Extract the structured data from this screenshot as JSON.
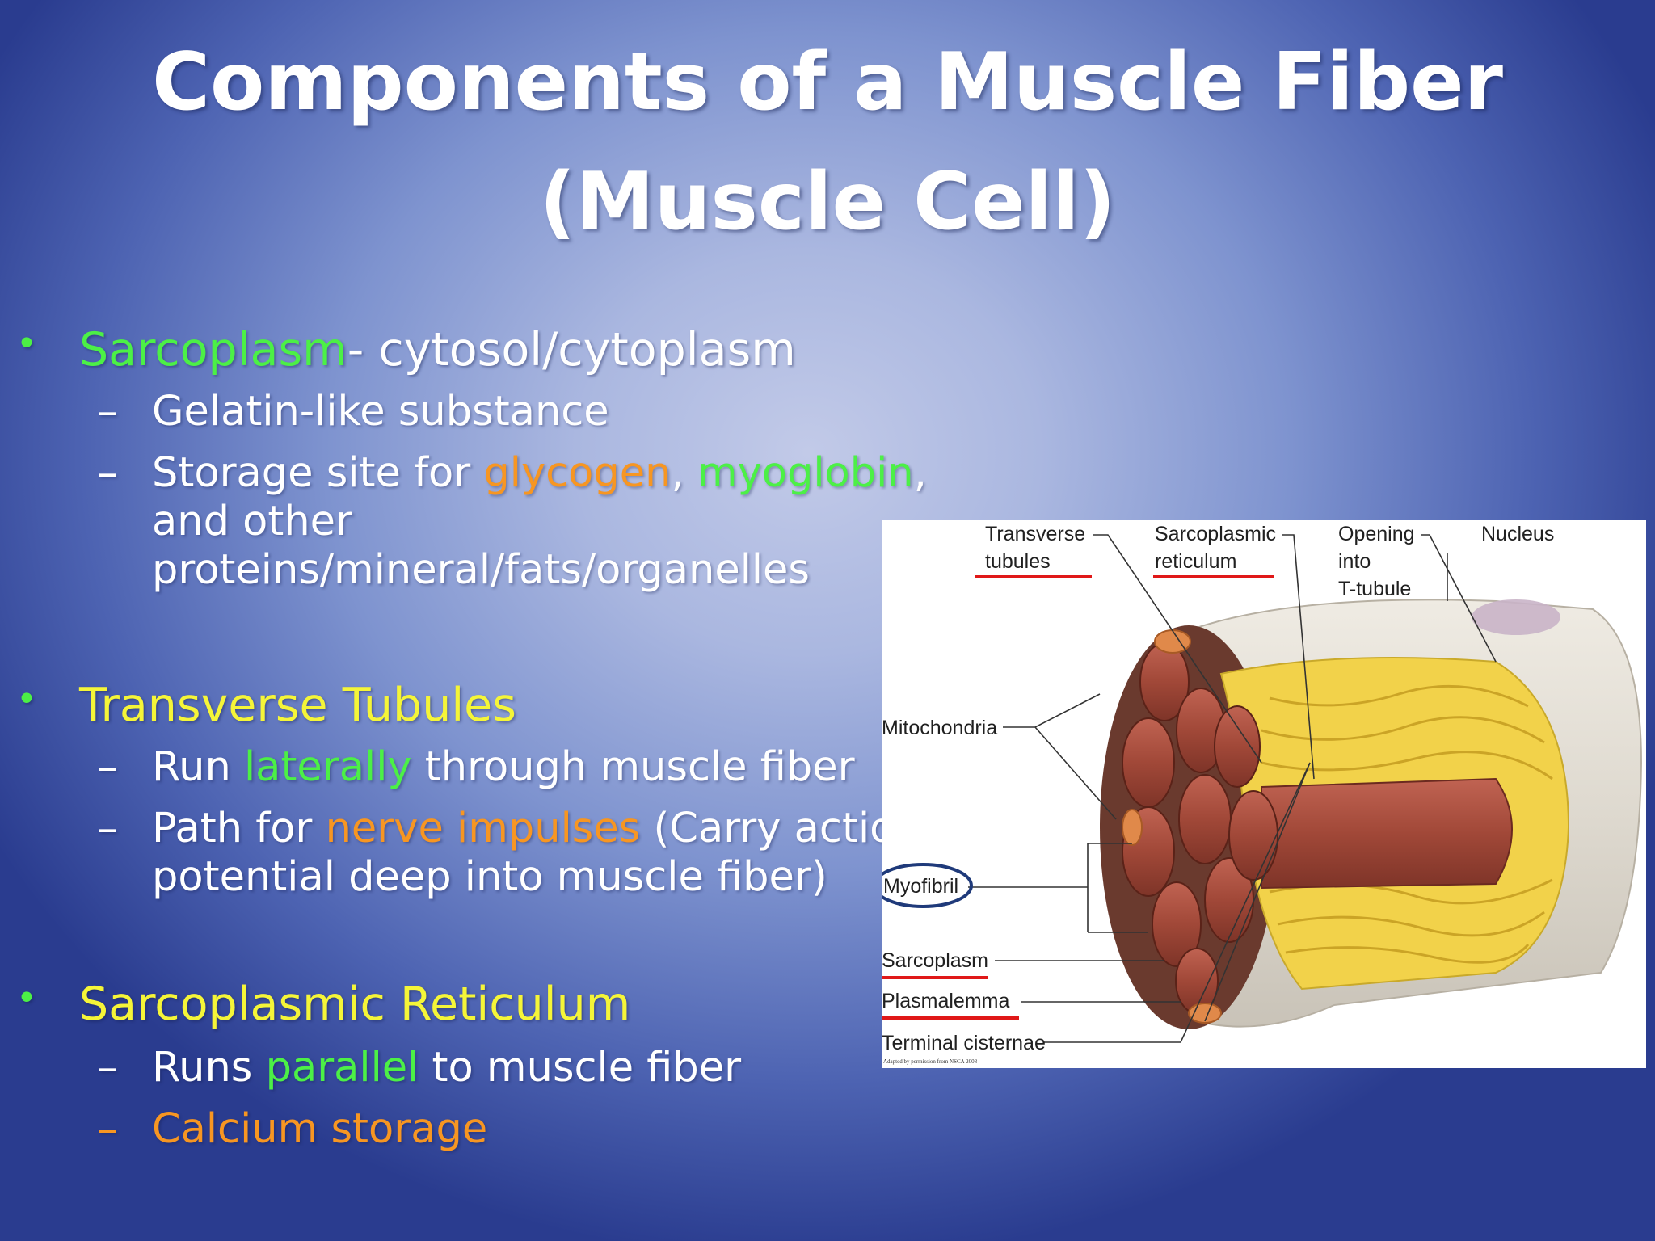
{
  "slide": {
    "title_line1": "Components of a Muscle Fiber",
    "title_line2": "(Muscle Cell)"
  },
  "bullets": [
    {
      "marker": "•",
      "term": "Sarcoplasm",
      "rest": "- cytosol/cytoplasm",
      "subs": [
        {
          "dash": "–",
          "text": "Gelatin-like substance"
        },
        {
          "dash": "–",
          "parts": [
            "Storage site for ",
            "glycogen",
            ", ",
            "myoglobin",
            ","
          ],
          "line2": "and other",
          "line3": "proteins/mineral/fats/organelles"
        }
      ]
    },
    {
      "marker": "•",
      "term": "Transverse Tubules",
      "subs": [
        {
          "dash": "–",
          "parts": [
            "Run ",
            "laterally",
            " through muscle fiber"
          ]
        },
        {
          "dash": "–",
          "parts": [
            "Path for ",
            "nerve impulses",
            " (Carry actio"
          ],
          "line2": "potential deep into muscle fiber)"
        }
      ]
    },
    {
      "marker": "•",
      "term": "Sarcoplasmic Reticulum",
      "subs": [
        {
          "dash": "–",
          "parts": [
            "Runs ",
            "parallel",
            " to muscle fiber"
          ]
        },
        {
          "dash": "–",
          "text": "Calcium storage"
        }
      ]
    }
  ],
  "figure": {
    "labels": {
      "transverse_1": "Transverse",
      "transverse_2": "tubules",
      "sarco_ret_1": "Sarcoplasmic",
      "sarco_ret_2": "reticulum",
      "opening_1": "Opening",
      "opening_2": "into",
      "opening_3": "T-tubule",
      "nucleus": "Nucleus",
      "mitochondria": "Mitochondria",
      "myofibril": "Myofibril",
      "sarcoplasm": "Sarcoplasm",
      "plasmalemma": "Plasmalemma",
      "terminal_cisternae": "Terminal cisternae",
      "credit": "Adapted by permission from NSCA 2008"
    },
    "colors": {
      "underline": "#e01818",
      "circle": "#1f3a7a",
      "myofibril": "#a84a3e",
      "sr_network": "#f2d24a",
      "membrane": "#e6e2d8"
    }
  },
  "colors": {
    "green": "#4cf046",
    "yellow": "#f5f538",
    "orange": "#f79622"
  }
}
